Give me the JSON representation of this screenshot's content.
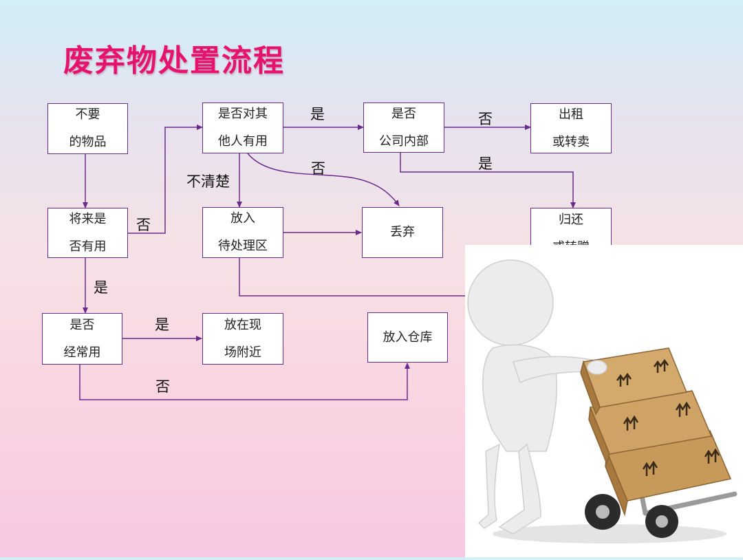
{
  "title": "废弃物处置流程",
  "boxes": {
    "unwanted": [
      "不要",
      "的物品"
    ],
    "future_use": [
      "将来是",
      "否有用"
    ],
    "often_use": [
      "是否",
      "经常用"
    ],
    "useful_others": [
      "是否对其",
      "他人有用"
    ],
    "pending": [
      "放入",
      "待处理区"
    ],
    "near_site": [
      "放在现",
      "场附近"
    ],
    "internal": [
      "是否",
      "公司内部"
    ],
    "discard": [
      "丢弃"
    ],
    "warehouse": [
      "放入仓库"
    ],
    "rent_sell": [
      "出租",
      "或转卖"
    ],
    "return_give": [
      "归还",
      "或转赠"
    ]
  },
  "labels": {
    "no_future": "否",
    "yes_future": "是",
    "yes_often": "是",
    "no_often": "否",
    "unclear": "不清楚",
    "yes_useful": "是",
    "no_useful": "否",
    "no_internal": "否",
    "yes_internal": "是"
  },
  "colors": {
    "title": "#e5136e",
    "line": "#6a2a8a",
    "box_border": "#6a2a8a"
  },
  "illustration": "person-pushing-hand-truck-with-boxes"
}
